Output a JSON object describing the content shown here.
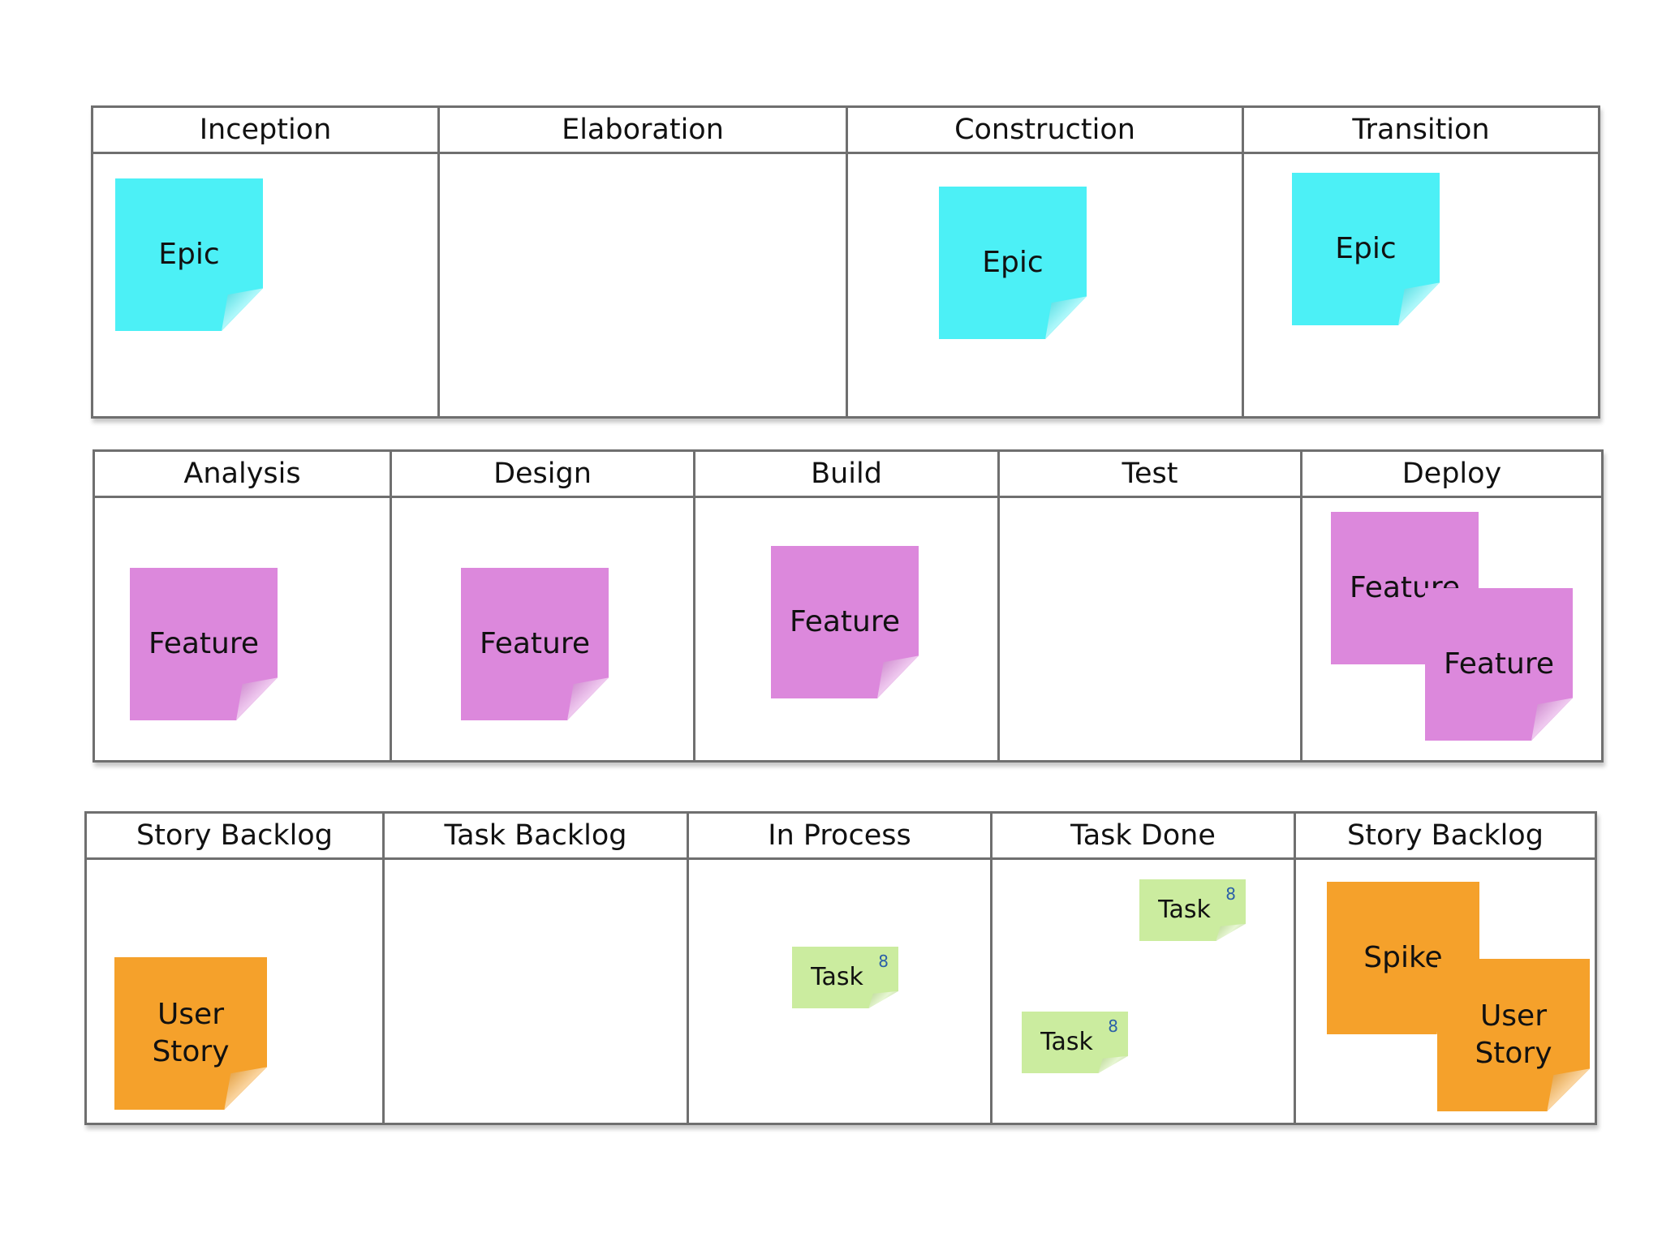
{
  "boards": [
    {
      "columns": [
        "Inception",
        "Elaboration",
        "Construction",
        "Transition"
      ]
    },
    {
      "columns": [
        "Analysis",
        "Design",
        "Build",
        "Test",
        "Deploy"
      ]
    },
    {
      "columns": [
        "Story Backlog",
        "Task Backlog",
        "In Process",
        "Task Done",
        "Story Backlog"
      ]
    }
  ],
  "colors": {
    "epic": "#4cf0f6",
    "feature": "#dc88dc",
    "story": "#f5a12b",
    "task": "#cbec9f",
    "border": "#6f6f6f",
    "badge": "#2a5fa8"
  },
  "notes": {
    "epic_inception": "Epic",
    "epic_construction": "Epic",
    "epic_transition": "Epic",
    "feature_analysis": "Feature",
    "feature_design": "Feature",
    "feature_build": "Feature",
    "feature_deploy_1": "Feature",
    "feature_deploy_2": "Feature",
    "story_backlog_user_story": "User\nStory",
    "task_in_process": "Task",
    "task_done_1": "Task",
    "task_done_2": "Task",
    "task_points": "8",
    "spike": "Spike",
    "story_done_user_story": "User\nStory"
  }
}
